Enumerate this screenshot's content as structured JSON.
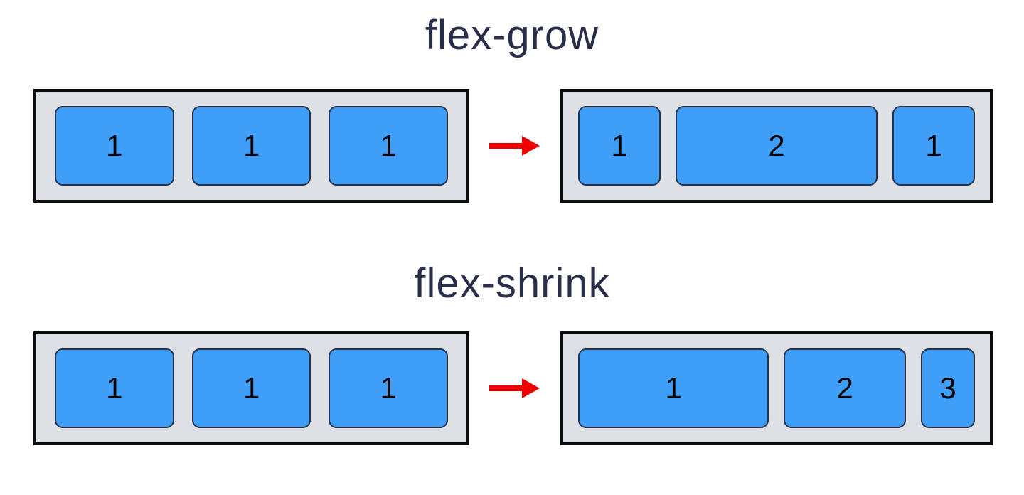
{
  "sections": [
    {
      "title": "flex-grow",
      "before": {
        "items": [
          "1",
          "1",
          "1"
        ]
      },
      "after": {
        "items": [
          "1",
          "2",
          "1"
        ]
      }
    },
    {
      "title": "flex-shrink",
      "before": {
        "items": [
          "1",
          "1",
          "1"
        ]
      },
      "after": {
        "items": [
          "1",
          "2",
          "3"
        ]
      }
    }
  ],
  "icons": {
    "arrow": "right-arrow-icon"
  },
  "colors": {
    "title_navy": "#2b2e49",
    "container_gray": "#dde0e4",
    "container_border": "#0d0d0d",
    "box_blue": "#3f9ff8",
    "box_border": "#27314a",
    "number_black": "#000000",
    "arrow_red": "#ee0000"
  }
}
